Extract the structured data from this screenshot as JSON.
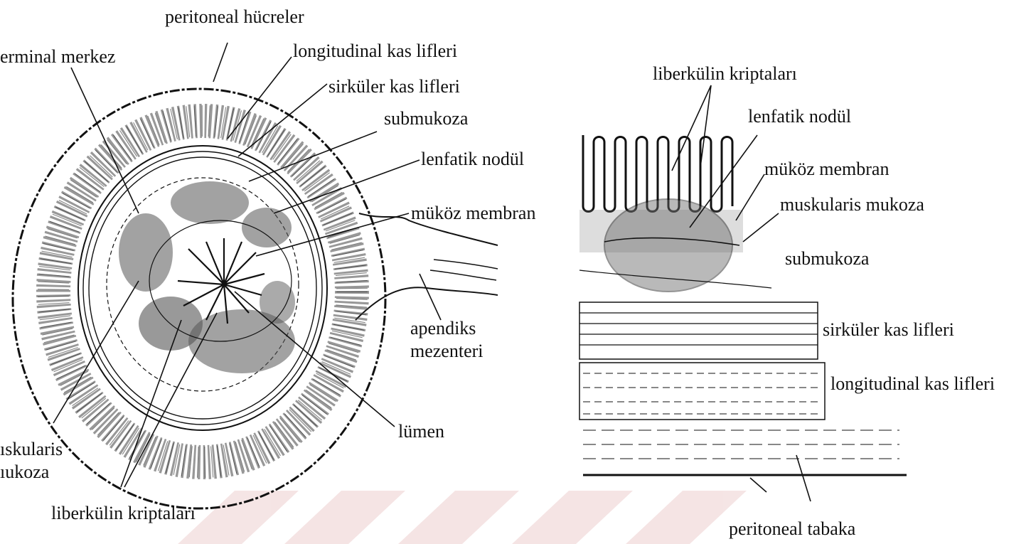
{
  "colors": {
    "ink": "#111111",
    "paper": "#ffffff",
    "watermark": "#f3dede"
  },
  "left_figure": {
    "labels": {
      "peritoneal_cells": "peritoneal hücreler",
      "germinal_center": "erminal merkez",
      "longitudinal_muscle": "longitudinal kas lifleri",
      "circular_muscle": "sirküler kas lifleri",
      "submucosa": "submukoza",
      "lymphatic_nodule": "lenfatik nodül",
      "mucous_membrane": "müköz membran",
      "mesentery_line1": "apendiks",
      "mesentery_line2": "mezenteri",
      "lumen": "lümen",
      "muscularis_line1": "ıskularis",
      "muscularis_line2": "ıukoza",
      "crypts": "liberkülin kriptaları"
    }
  },
  "right_figure": {
    "labels": {
      "crypts": "liberkülin kriptaları",
      "lymphatic_nodule": "lenfatik nodül",
      "mucous_membrane": "müköz membran",
      "muscularis_mucosa": "muskularis mukoza",
      "submucosa": "submukoza",
      "circular_muscle": "sirküler kas lifleri",
      "longitudinal_muscle": "longitudinal kas lifleri",
      "peritoneal_layer": "peritoneal tabaka"
    }
  }
}
